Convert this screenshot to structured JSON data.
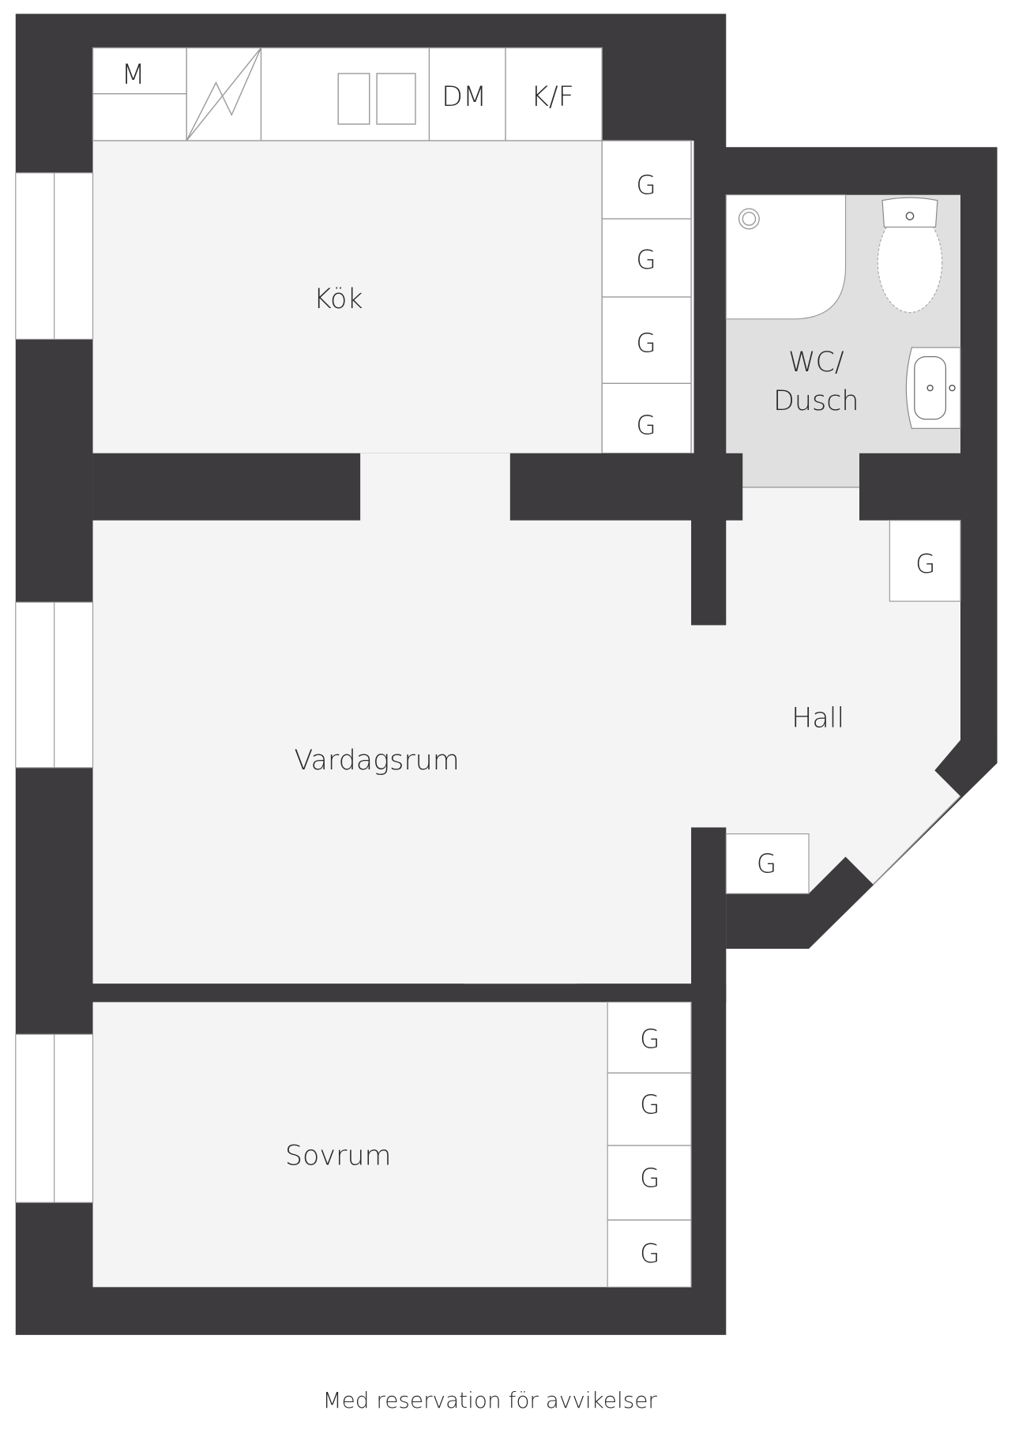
{
  "rooms": {
    "kitchen": "Kök",
    "living": "Vardagsrum",
    "bedroom": "Sovrum",
    "hall": "Hall",
    "bath_line1": "WC/",
    "bath_line2": "Dusch"
  },
  "appliances": {
    "microwave": "M",
    "dishwasher": "DM",
    "fridge_freezer": "K/F",
    "wardrobe": "G"
  },
  "footer": "Med reservation för avvikelser",
  "colors": {
    "wall": "#3d3b3e",
    "floor": "#f4f4f4",
    "bath": "#e0e0e0"
  }
}
